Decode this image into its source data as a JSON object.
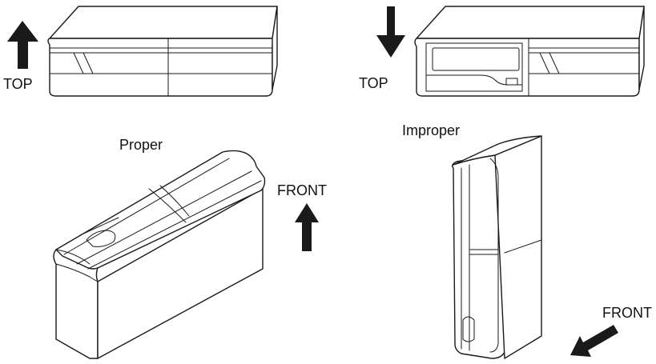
{
  "labels": {
    "top_left": "TOP",
    "top_right": "TOP",
    "proper": "Proper",
    "improper": "Improper",
    "front_proper": "FRONT",
    "front_improper": "FRONT"
  },
  "colors": {
    "line": "#1a1a1a",
    "background": "#ffffff"
  },
  "icons": {
    "top_left_arrow": "arrow-up-icon",
    "top_right_arrow": "arrow-down-icon",
    "front_proper_arrow": "arrow-up-icon",
    "front_improper_arrow": "arrow-down-left-icon"
  }
}
